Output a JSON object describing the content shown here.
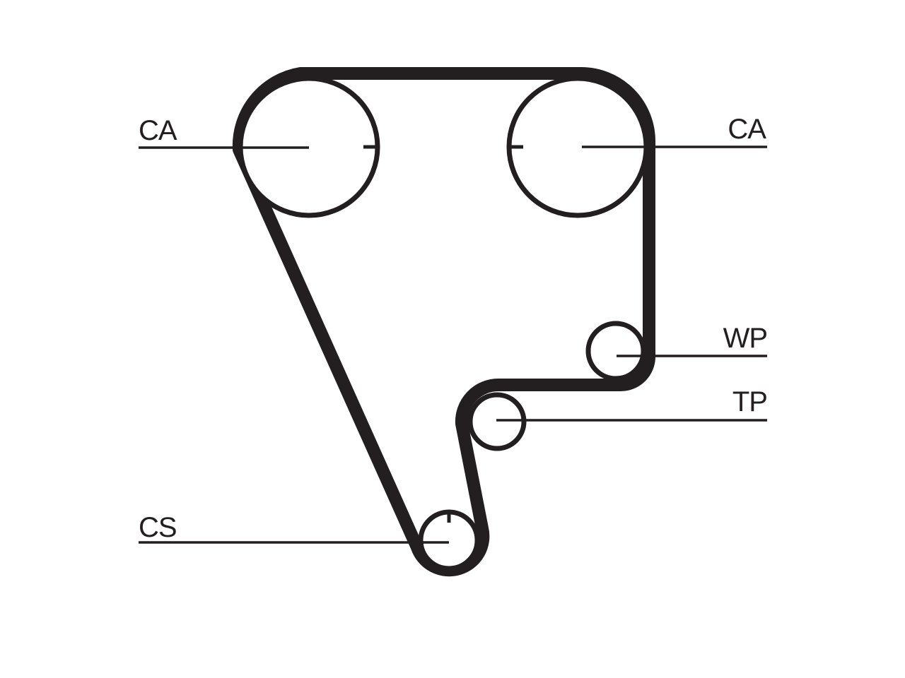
{
  "labels": {
    "camshaft_left": "CA",
    "camshaft_right": "CA",
    "water_pump": "WP",
    "tensioner": "TP",
    "crankshaft": "CS"
  },
  "colors": {
    "ink": "#231f20",
    "background": "#ffffff"
  }
}
